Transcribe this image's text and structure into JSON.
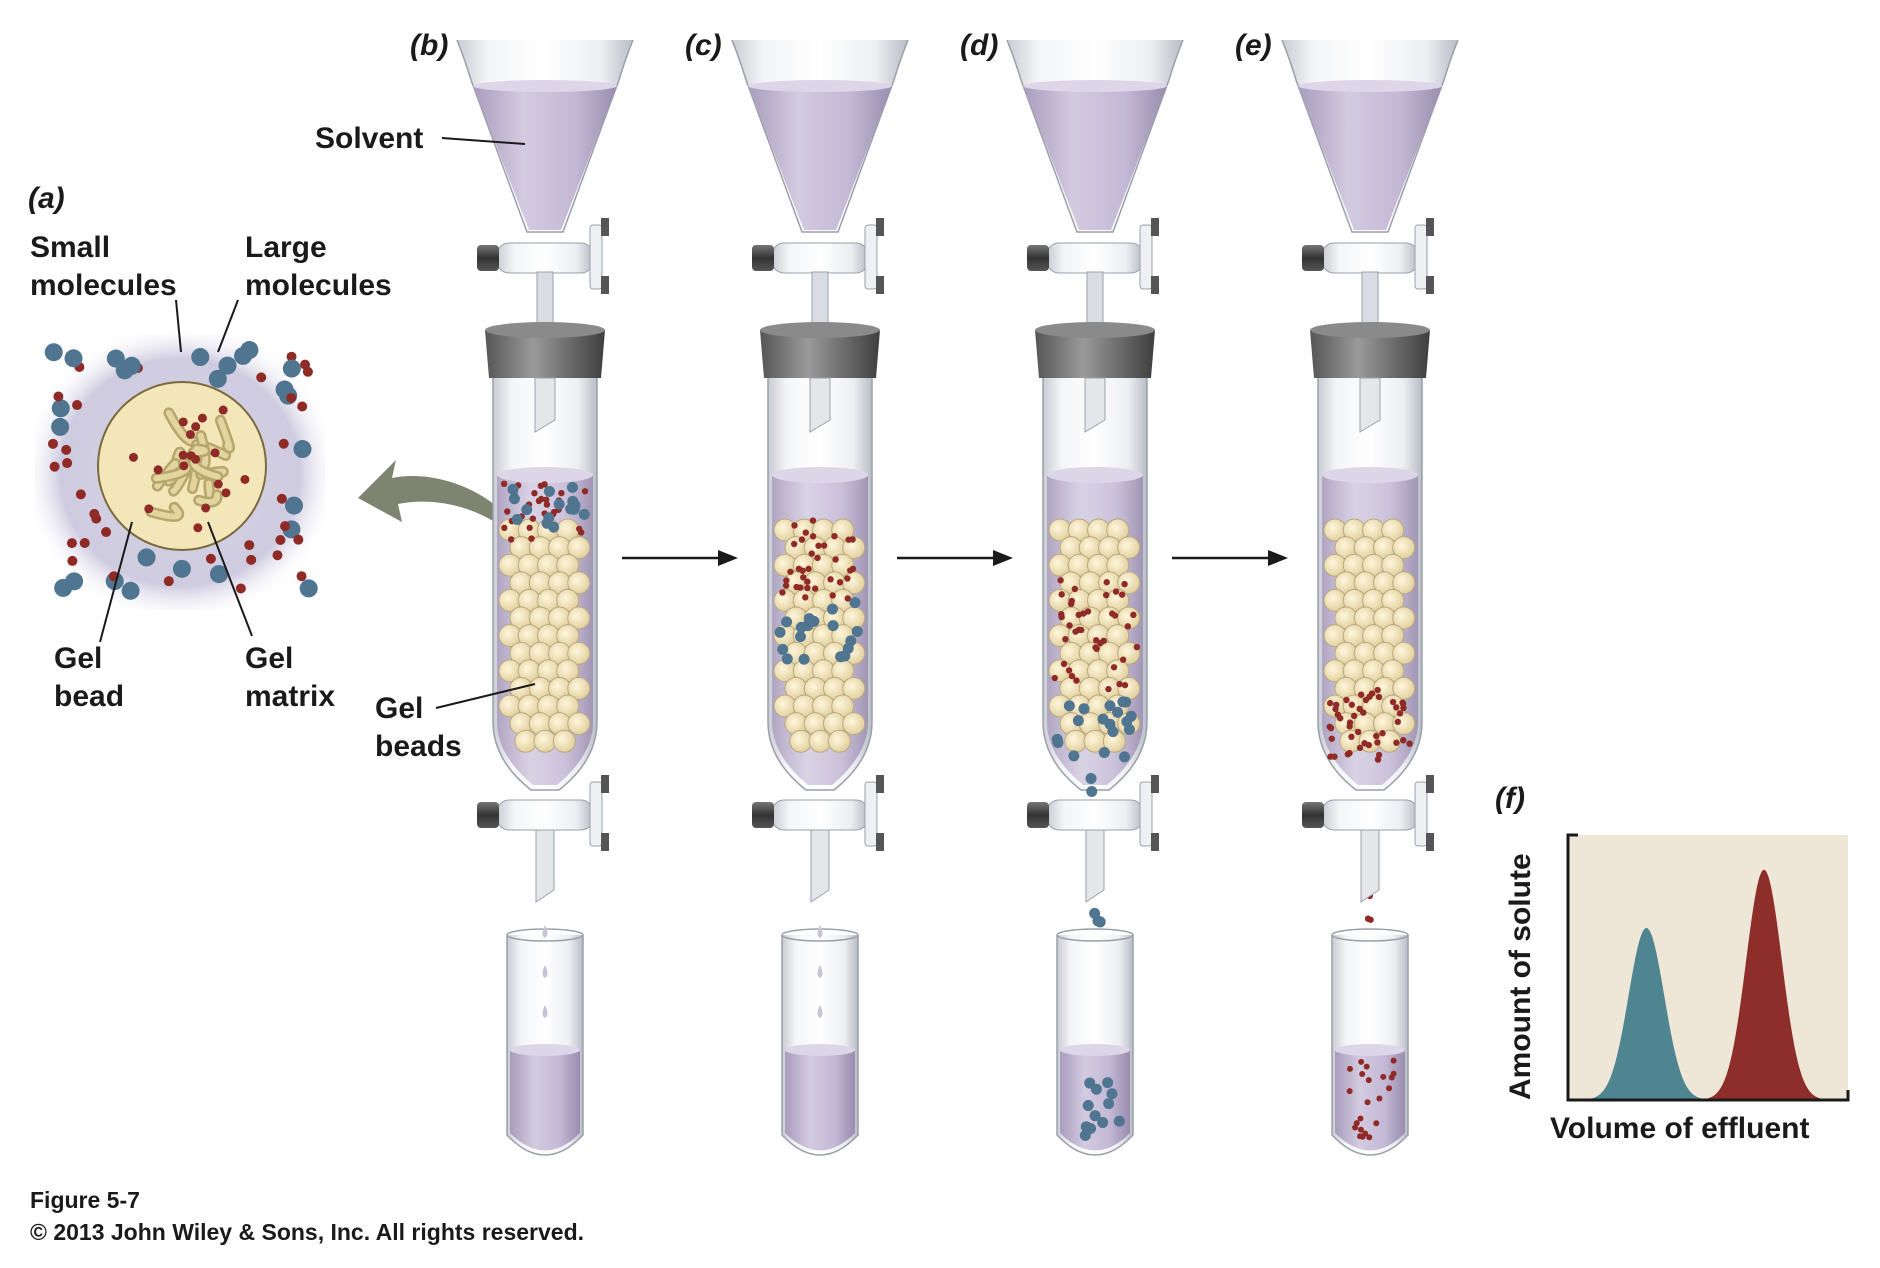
{
  "panels": {
    "a": "(a)",
    "b": "(b)",
    "c": "(c)",
    "d": "(d)",
    "e": "(e)",
    "f": "(f)"
  },
  "labels": {
    "solvent": "Solvent",
    "small_molecules": [
      "Small",
      "molecules"
    ],
    "large_molecules": [
      "Large",
      "molecules"
    ],
    "gel_bead": [
      "Gel",
      "bead"
    ],
    "gel_matrix": [
      "Gel",
      "matrix"
    ],
    "gel_beads": [
      "Gel",
      "beads"
    ]
  },
  "chart_data": {
    "type": "line",
    "xlabel": "Volume of effluent",
    "ylabel": "Amount of solute",
    "series": [
      {
        "color": "#4e8591",
        "peak_x": 0.28,
        "peak_y": 0.65,
        "width": 0.12
      },
      {
        "color": "#8d2e2b",
        "peak_x": 0.7,
        "peak_y": 0.87,
        "width": 0.12
      }
    ],
    "background": "#eee6d6"
  },
  "caption": {
    "figure": "Figure 5-7",
    "copyright": "© 2013 John Wiley & Sons, Inc. All rights reserved."
  },
  "colors": {
    "solvent": "#c6bdd6",
    "bead": "#f2e4b8",
    "small": "#8f2a27",
    "large": "#4f7590",
    "arrow": "#7f8470"
  }
}
